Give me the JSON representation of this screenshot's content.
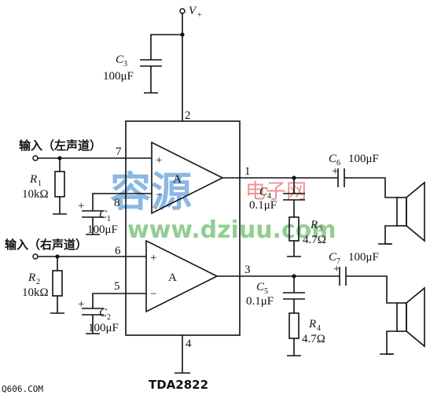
{
  "supply": {
    "label": "V",
    "subscript": "+"
  },
  "chip": {
    "name": "TDA2822",
    "amp_label_top": "A",
    "amp_label_bottom": "A"
  },
  "pins": {
    "p1": "1",
    "p2": "2",
    "p3": "3",
    "p4": "4",
    "p5": "5",
    "p6": "6",
    "p7": "7",
    "p8": "8"
  },
  "inputs": {
    "left": "输入（左声道）",
    "right": "输入（右声道）"
  },
  "amp_signs": {
    "plus": "+",
    "minus": "−"
  },
  "components": {
    "C3": {
      "letter": "C",
      "sub": "3",
      "value": "100μF"
    },
    "C1": {
      "letter": "C",
      "sub": "1",
      "value": "100μF"
    },
    "C2": {
      "letter": "C",
      "sub": "2",
      "value": "100μF"
    },
    "C4": {
      "letter": "C",
      "sub": "4",
      "value": "0.1μF"
    },
    "C5": {
      "letter": "C",
      "sub": "5",
      "value": "0.1μF"
    },
    "C6": {
      "letter": "C",
      "sub": "6",
      "value": "100μF"
    },
    "C7": {
      "letter": "C",
      "sub": "7",
      "value": "100μF"
    },
    "R1": {
      "letter": "R",
      "sub": "1",
      "value": "10kΩ"
    },
    "R2": {
      "letter": "R",
      "sub": "2",
      "value": "10kΩ"
    },
    "R3": {
      "letter": "R",
      "sub": "3",
      "value": "4.7Ω"
    },
    "R4": {
      "letter": "R",
      "sub": "4",
      "value": "4.7Ω"
    }
  },
  "watermark": {
    "big": "容源",
    "red": "电子网",
    "url": "www.dziuu.com"
  },
  "corner_text": "Q606.COM"
}
